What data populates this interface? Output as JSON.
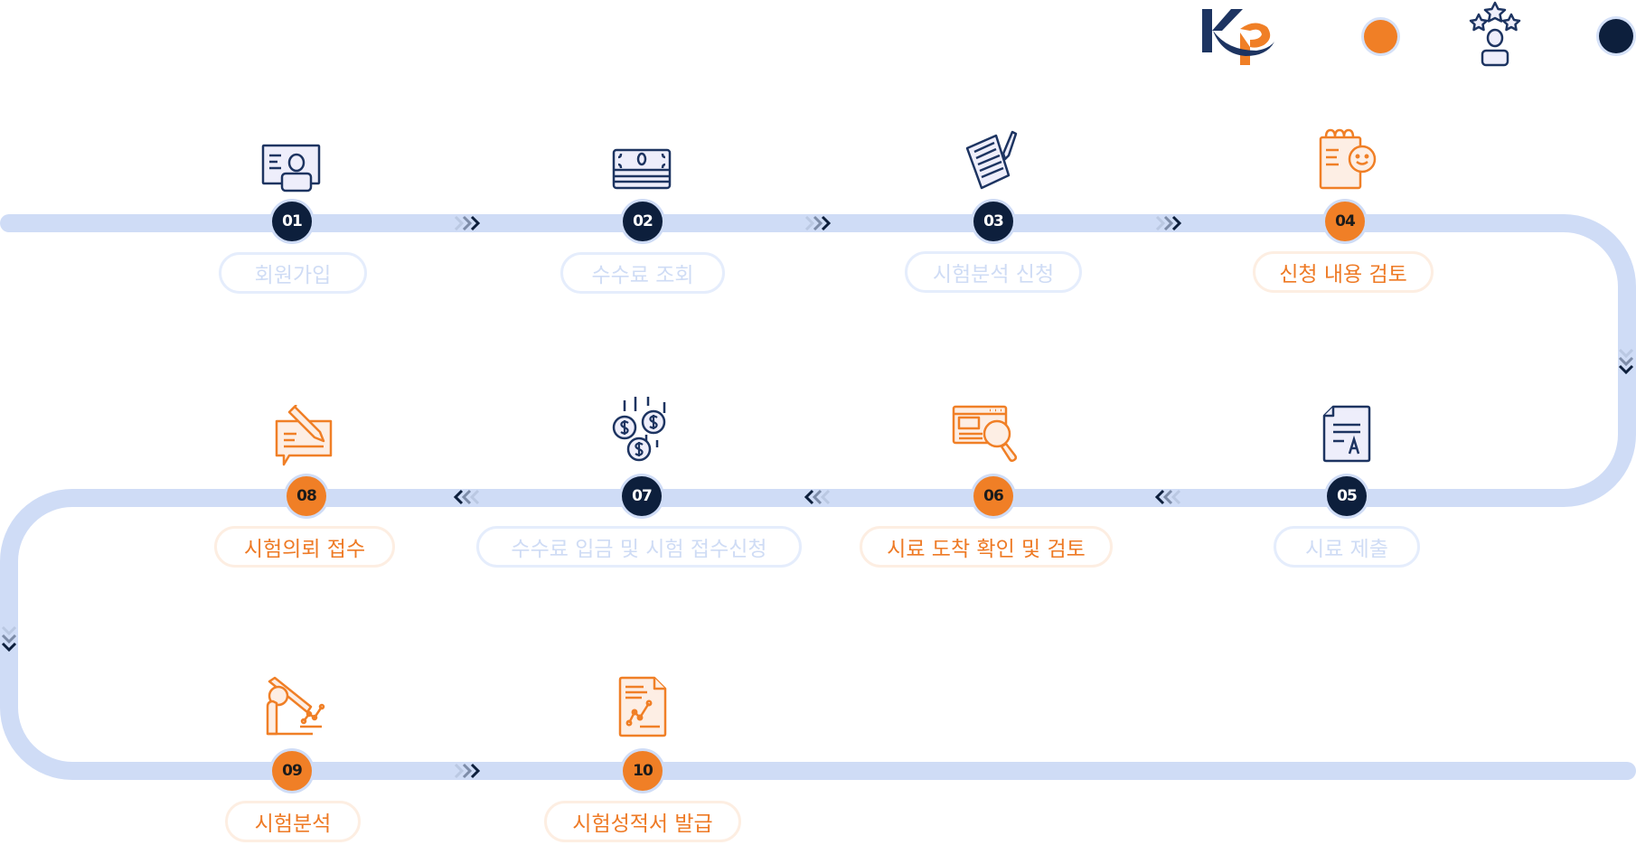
{
  "colors": {
    "track": "#cfdcf6",
    "navy": "#0d1f3c",
    "orange": "#f07f26",
    "inactive_text": "#cfdcf5",
    "active_text": "#ee7a25"
  },
  "legend": {
    "logo_text": "KP",
    "items": [
      {
        "kind": "dot",
        "color": "orange"
      },
      {
        "kind": "icon",
        "icon": "person-with-stars-icon"
      },
      {
        "kind": "dot",
        "color": "navy"
      }
    ]
  },
  "steps": [
    {
      "number": "01",
      "label": "회원가입",
      "state": "navy",
      "icon": "id-card-icon"
    },
    {
      "number": "02",
      "label": "수수료 조회",
      "state": "navy",
      "icon": "money-stack-icon"
    },
    {
      "number": "03",
      "label": "시험분석 신청",
      "state": "navy",
      "icon": "document-pen-icon"
    },
    {
      "number": "04",
      "label": "신청 내용 검토",
      "state": "orange",
      "icon": "notepad-smile-icon"
    },
    {
      "number": "05",
      "label": "시료 제출",
      "state": "navy",
      "icon": "document-a-icon"
    },
    {
      "number": "06",
      "label": "시료 도착 확인 및 검토",
      "state": "orange",
      "icon": "browser-search-icon"
    },
    {
      "number": "07",
      "label": "수수료 입금 및 시험 접수신청",
      "state": "navy",
      "icon": "falling-coins-icon"
    },
    {
      "number": "08",
      "label": "시험의뢰 접수",
      "state": "orange",
      "icon": "message-pencil-icon"
    },
    {
      "number": "09",
      "label": "시험분석",
      "state": "orange",
      "icon": "microscope-chart-icon"
    },
    {
      "number": "10",
      "label": "시험성적서 발급",
      "state": "orange",
      "icon": "report-chart-icon"
    }
  ]
}
